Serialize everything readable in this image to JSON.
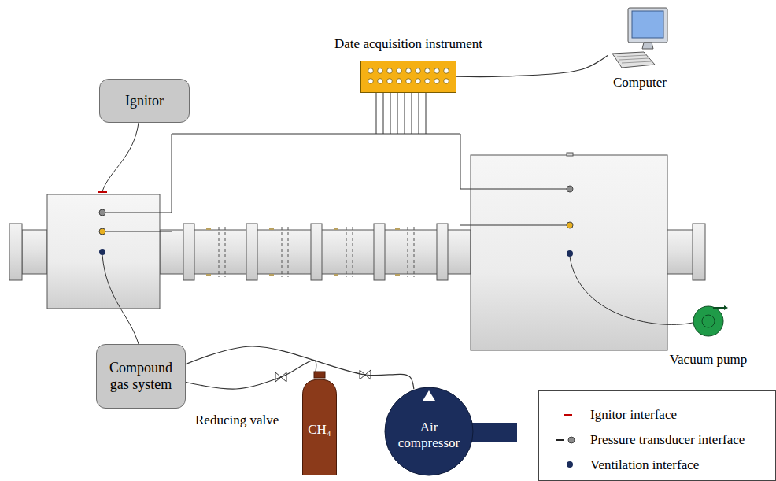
{
  "diagram": {
    "nodes": [
      {
        "text": [
          "Date acquisition instrument"
        ]
      },
      {
        "text": [
          "Computer"
        ]
      },
      {
        "text": [
          "Ignitor"
        ]
      },
      {
        "text": [
          "Vacuum pump"
        ]
      },
      {
        "text": [
          "Compound gas system"
        ]
      },
      {
        "text": [
          "CH₄"
        ]
      },
      {
        "text": [
          "Air compressor"
        ]
      }
    ],
    "edges": [
      {
        "from": 0,
        "to": 1,
        "arrow": "none"
      },
      {
        "from": 4,
        "to": 6,
        "arrow": "none"
      },
      {
        "from": 4,
        "to": 5,
        "arrow": "none"
      }
    ],
    "labels": [
      "Reducing valve"
    ],
    "legend": [
      {
        "text": "Ignitor interface"
      },
      {
        "text": "Pressure transducer interface"
      },
      {
        "text": "Ventilation interface"
      }
    ]
  }
}
